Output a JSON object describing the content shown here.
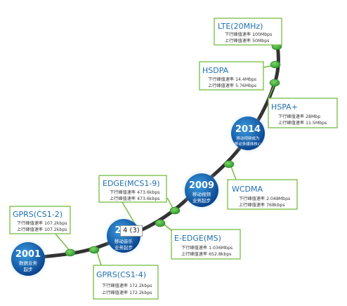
{
  "milestones": [
    {
      "year": "2001",
      "sub": [
        "数据业务",
        "起步"
      ]
    },
    {
      "year": "2",
      "sub": [
        "移动音乐",
        "业务起步"
      ]
    },
    {
      "year": "2009",
      "sub": [
        "移动视频",
        "业务起步"
      ]
    },
    {
      "year": "2014",
      "sub": [
        "移动视频成为",
        "移动多媒体核心"
      ]
    }
  ],
  "boxes": [
    {
      "title": "GPRS(CS1-2)",
      "down": "下行峰值速率 107.2kbps",
      "up": "上行峰值速率 107.2kbps"
    },
    {
      "title": "GPRS(CS1-4)",
      "down": "下行峰值速率 172.2kbps",
      "up": "上行峰值速率 172.2kbps"
    },
    {
      "title": "EDGE(MCS1-9)",
      "down": "下行峰值速率 473.6kbps",
      "up": "上行峰值速率 473.6kbps"
    },
    {
      "title": "E-EDGE(MS)",
      "down": "下行峰值速率 1.036Mbps",
      "up": "上行峰值速率 652.8kbps"
    },
    {
      "title": "WCDMA",
      "down": "下行峰值速率 2.048Mbps",
      "up": "上行峰值速率 768kbps"
    },
    {
      "title": "HSDPA",
      "down": "下行峰值速率 14.4Mbps",
      "up": "上行峰值速率 5.76Mbps"
    },
    {
      "title": "HSPA+",
      "down": "下行峰值速率 28Mbp",
      "up": "上行峰值速率 11.5Mbps"
    },
    {
      "title": "LTE(20MHz)",
      "down": "下行峰值速率 100Mbps",
      "up": "上行峰值速率 50Mbps"
    }
  ],
  "overlay_tag": "4 (3)",
  "colors": {
    "line": "#333333",
    "node": "#3fae3a",
    "box_border": "#76bc43",
    "title": "#1f6fb0",
    "circle_light": "#2f8fd8",
    "circle_dark": "#0c4a94"
  }
}
